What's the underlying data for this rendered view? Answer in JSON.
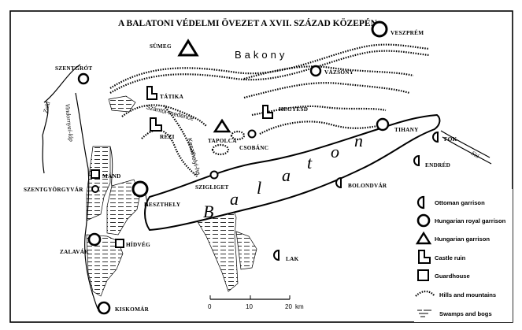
{
  "title": "A Balatoni védelmi övezet a XVII. század közepén",
  "regions": {
    "bakony": "Bakony",
    "balaton_lake": [
      "B",
      "a",
      "l",
      "a",
      "t",
      "o",
      "n"
    ],
    "szantoi_medence": "Szántói-medence",
    "keszthelyi_hg": "Keszthelyi-hg.",
    "vindornyai_lap": "Vindornyai-láp"
  },
  "rivers": {
    "zala": "Zala",
    "sio": "Sió"
  },
  "places": {
    "veszprem": "Veszprém",
    "sumeg": "Sümeg",
    "szentgrot": "Szentgrót",
    "vazsony": "Vázsony",
    "tatika": "Tátika",
    "hegyesd": "Hegyesd",
    "rezi": "Rezi",
    "tapolca": "Tapolca",
    "csobanc": "Csobánc",
    "tihany": "Tihany",
    "fok": "Fok",
    "endred": "Endréd",
    "szigliget": "Szigliget",
    "mand": "Mánd",
    "szentgyorgyvar": "Szentgyörgyvár",
    "keszthely": "Keszthely",
    "bolondvar": "Bolondvár",
    "zalavar": "Zalavár",
    "hidveg": "Hídvég",
    "lak": "Lak",
    "kiskomar": "Kiskomár"
  },
  "legend": [
    {
      "icon": "ottoman-garrison-icon",
      "label": "Ottoman garrison"
    },
    {
      "icon": "hungarian-royal-garrison-icon",
      "label": "Hungarian royal garrison"
    },
    {
      "icon": "hungarian-garrison-icon",
      "label": "Hungarian garrison"
    },
    {
      "icon": "castle-ruin-icon",
      "label": "Castle ruin"
    },
    {
      "icon": "guardhouse-icon",
      "label": "Guardhouse"
    },
    {
      "icon": "hills-mountains-icon",
      "label": "Hills and mountains"
    },
    {
      "icon": "swamps-bogs-icon",
      "label": "Swamps and bogs"
    }
  ],
  "scale": {
    "ticks": [
      "0",
      "10",
      "20"
    ],
    "unit": "km"
  }
}
